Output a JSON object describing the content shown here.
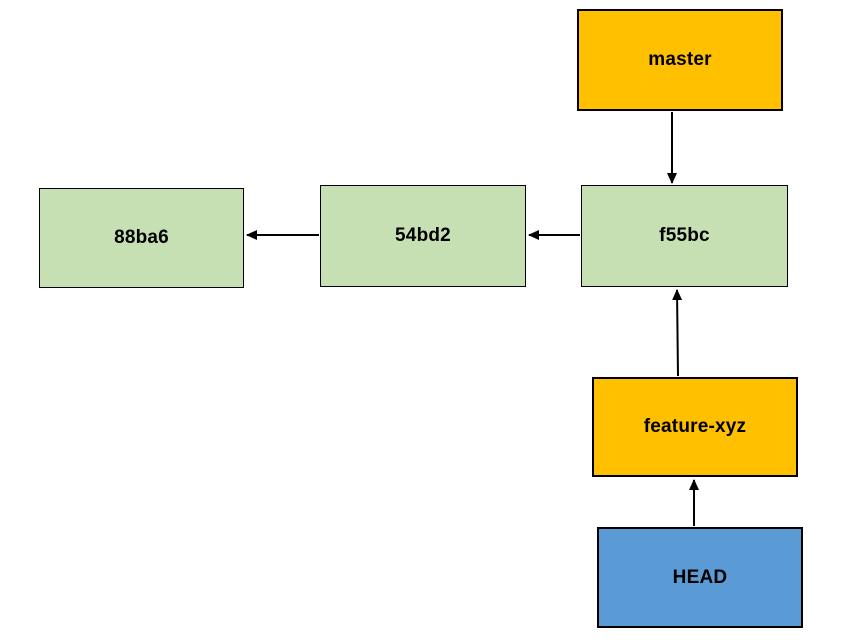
{
  "colors": {
    "branch_fill": "#FFC000",
    "commit_fill": "#C6E0B4",
    "head_fill": "#5B9BD5",
    "border": "#000000",
    "arrow": "#000000",
    "background": "#FFFFFF",
    "text": "#000000"
  },
  "nodes": {
    "master": {
      "label": "master",
      "fill": "#FFC000"
    },
    "commit_88ba6": {
      "label": "88ba6",
      "fill": "#C6E0B4"
    },
    "commit_54bd2": {
      "label": "54bd2",
      "fill": "#C6E0B4"
    },
    "commit_f55bc": {
      "label": "f55bc",
      "fill": "#C6E0B4"
    },
    "feature_xyz": {
      "label": "feature-xyz",
      "fill": "#FFC000"
    },
    "head": {
      "label": "HEAD",
      "fill": "#5B9BD5"
    }
  },
  "edges": [
    {
      "from": "master",
      "to": "commit_f55bc"
    },
    {
      "from": "commit_f55bc",
      "to": "commit_54bd2"
    },
    {
      "from": "commit_54bd2",
      "to": "commit_88ba6"
    },
    {
      "from": "feature_xyz",
      "to": "commit_f55bc"
    },
    {
      "from": "head",
      "to": "feature_xyz"
    }
  ]
}
